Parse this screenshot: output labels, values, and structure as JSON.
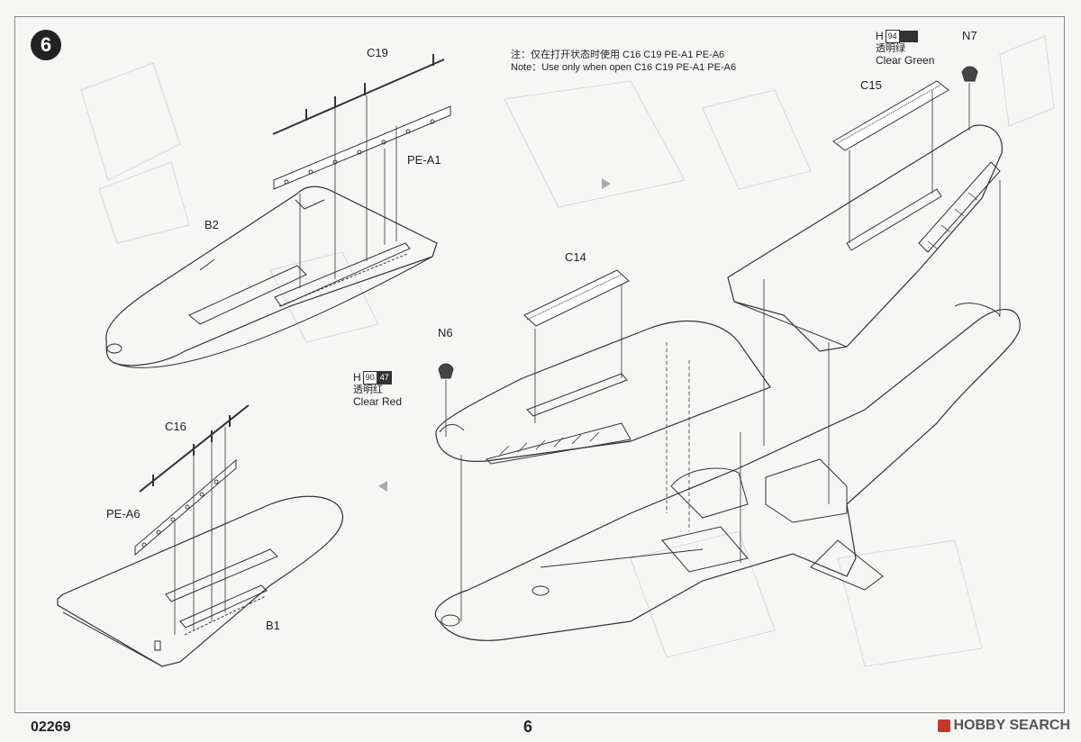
{
  "step_number": "6",
  "note": {
    "chinese": "注：仅在打开状态时使用 C16 C19 PE-A1 PE-A6",
    "english": "Note：Use only when open C16 C19 PE-A1 PE-A6"
  },
  "parts": {
    "c19": "C19",
    "pe_a1": "PE-A1",
    "b2": "B2",
    "c16": "C16",
    "pe_a6": "PE-A6",
    "b1": "B1",
    "c14": "C14",
    "c15": "C15",
    "n6": "N6",
    "n7": "N7"
  },
  "paint_red": {
    "prefix": "H",
    "code1": "90",
    "code2": "47",
    "chinese": "透明红",
    "english": "Clear Red"
  },
  "paint_green": {
    "prefix": "H",
    "code1": "94",
    "chinese": "透明绿",
    "english": "Clear Green"
  },
  "footer": {
    "kit_number": "02269",
    "page_number": "6",
    "watermark": "HOBBY SEARCH"
  },
  "colors": {
    "line": "#333333",
    "paper": "#f6f6f5"
  }
}
